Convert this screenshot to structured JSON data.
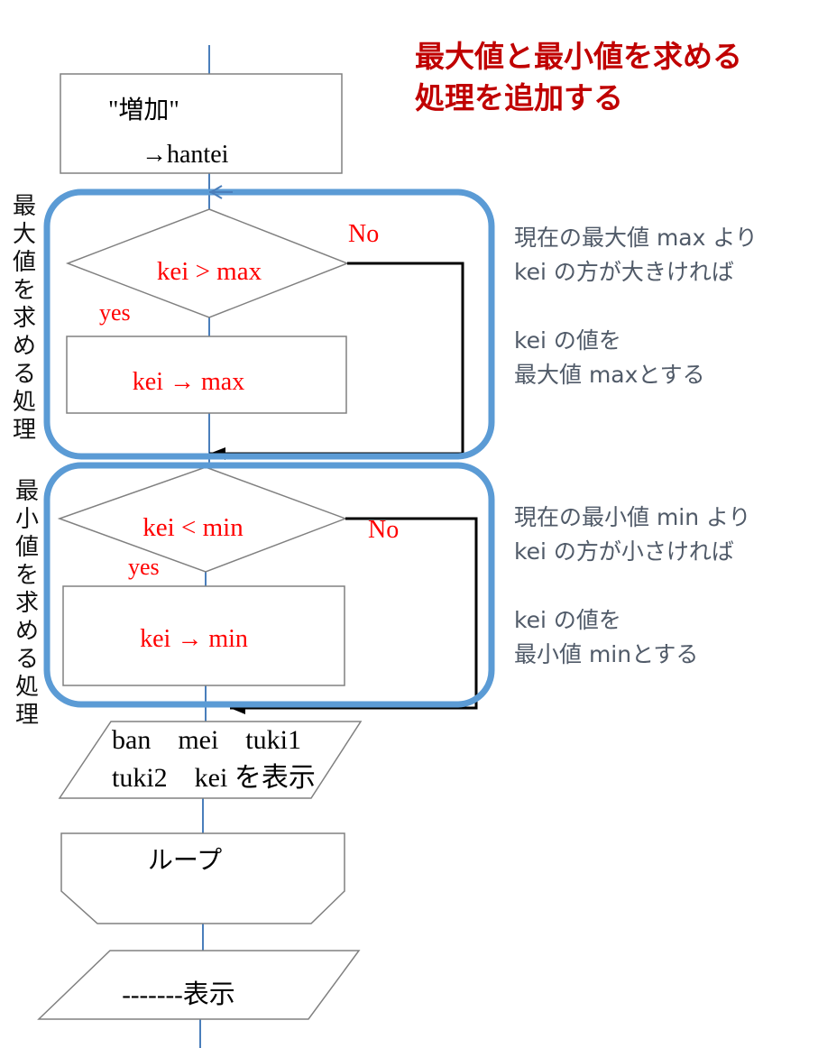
{
  "heading": {
    "line1": "最大値と最小値を求める",
    "line2": "処理を追加する"
  },
  "labels": {
    "max_section": "最大値を求める処理",
    "min_section": "最小値を求める処理"
  },
  "flow": {
    "process_hantei": {
      "line1": "\"増加\"",
      "line2": "→hantei"
    },
    "max_decision": {
      "text": "kei > max",
      "no": "No",
      "yes": "yes"
    },
    "max_process": {
      "text": "kei → max"
    },
    "min_decision": {
      "text": "kei < min",
      "no": "No",
      "yes": "yes"
    },
    "min_process": {
      "text": "kei → min"
    },
    "output_display": {
      "line1": "ban　mei　tuki1",
      "line2": "tuki2　kei を表示"
    },
    "loop_end": {
      "text": "ループ"
    },
    "output_dots": {
      "text": "-------表示"
    }
  },
  "notes": {
    "max": {
      "line1": "現在の最大値 max より",
      "line2": "kei の方が大きければ",
      "line3": "kei の値を",
      "line4": "最大値 maxとする"
    },
    "min": {
      "line1": "現在の最小値 min より",
      "line2": "kei の方が小さければ",
      "line3": "kei の値を",
      "line4": "最小値 minとする"
    }
  },
  "colors": {
    "accent_blue": "#5b9bd5",
    "flow_line_blue": "#4a7ebb",
    "red_text": "#ff0000",
    "heading_red": "#c00000",
    "note_gray": "#505a68",
    "shape_stroke": "#808080"
  }
}
